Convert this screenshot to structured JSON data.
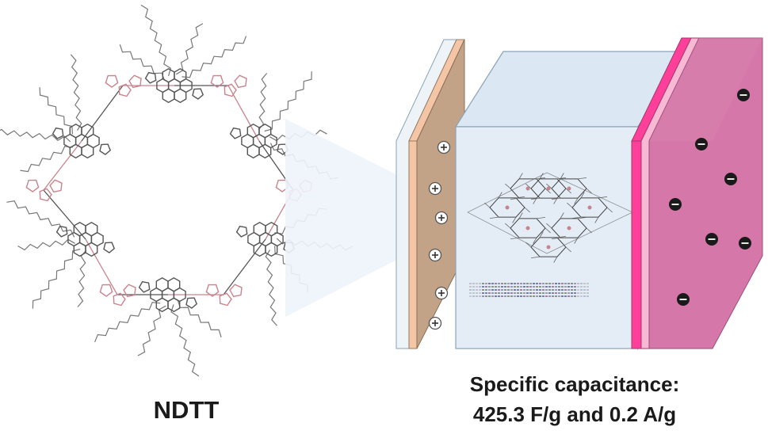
{
  "molecule": {
    "name": "NDTT"
  },
  "device": {
    "caption_line1": "Specific capacitance:",
    "caption_line2": "425.3 F/g and 0.2 A/g",
    "positive_sign": "+",
    "negative_sign": "−",
    "positive_symbol_count": 6,
    "negative_symbol_count": 7
  },
  "colors": {
    "core": "#555555",
    "linker": "#c9838d",
    "alkyl": "#777777",
    "positive_plate": "#c2a387",
    "positive_plate_edge": "#f4c6a6",
    "negative_plate": "#d577a8",
    "negative_plate_edge": "#ff3f9a",
    "box_front": "#e4edf6",
    "box_top": "#dbe7f2",
    "box_side": "#bcd3e8"
  }
}
